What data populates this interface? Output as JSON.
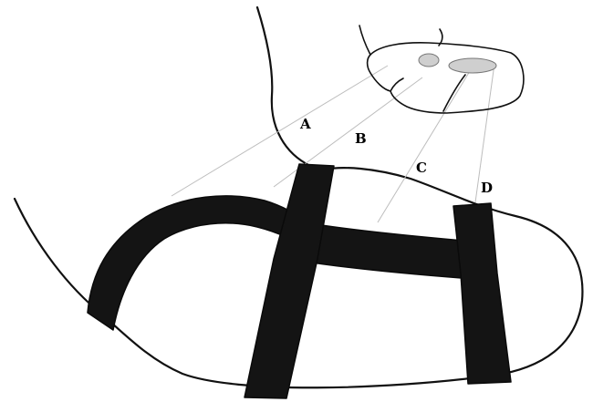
{
  "figure": {
    "labels": [
      {
        "id": "A",
        "text": "A"
      },
      {
        "id": "B",
        "text": "B"
      },
      {
        "id": "C",
        "text": "C"
      },
      {
        "id": "D",
        "text": "D"
      }
    ],
    "colors": {
      "background": "#ffffff",
      "outline": "#111111",
      "strap": "#141414",
      "leader": "#bdbdbd"
    }
  }
}
